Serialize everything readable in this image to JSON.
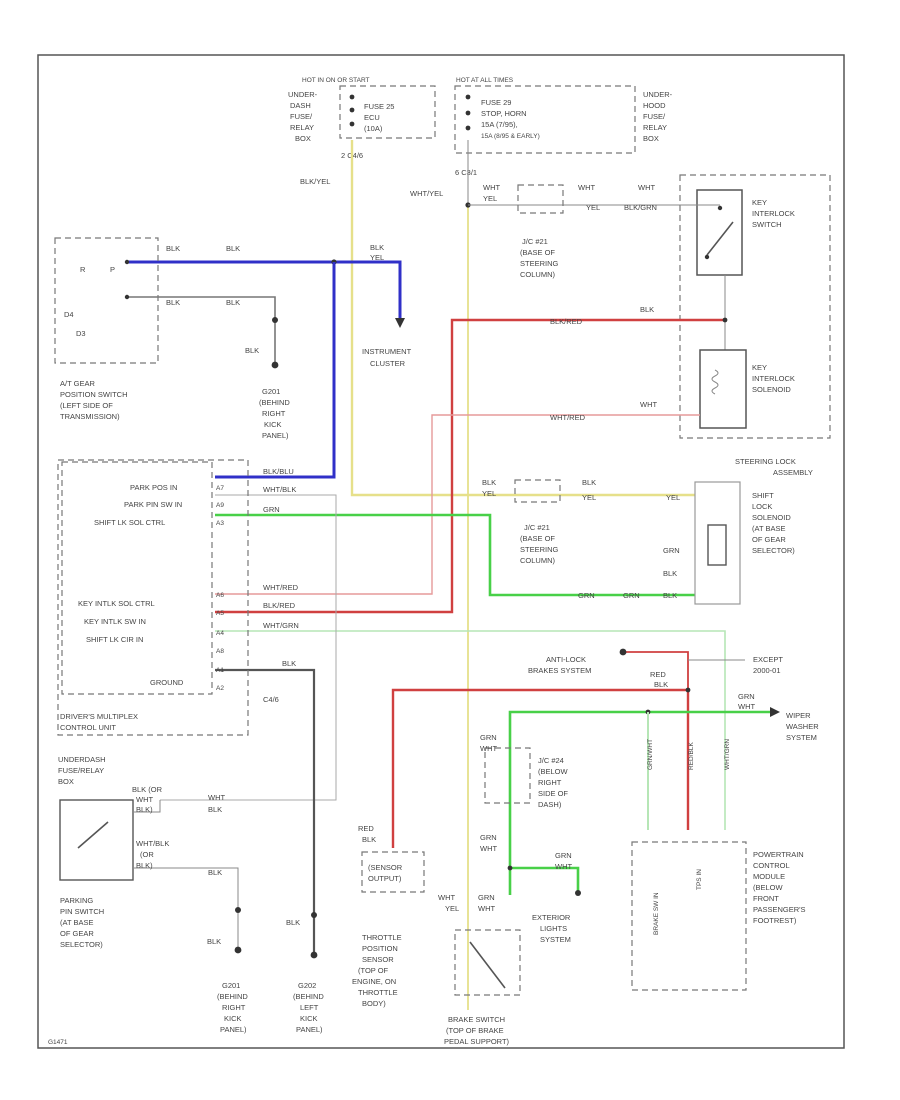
{
  "fuses": {
    "left": {
      "header": "HOT IN ON OR START",
      "box": [
        "UNDER-",
        "DASH",
        "FUSE/",
        "RELAY",
        "BOX"
      ],
      "fuse": [
        "FUSE 25",
        "ECU",
        "(10A)"
      ],
      "connector": "2   C4/6",
      "wire": "BLK/YEL"
    },
    "right": {
      "header": "HOT AT ALL TIMES",
      "box": [
        "UNDER-",
        "HOOD",
        "FUSE/",
        "RELAY",
        "BOX"
      ],
      "fuse": [
        "FUSE 29",
        "STOP, HORN",
        "15A (7/95),",
        "15A (8/95 & EARLY)"
      ],
      "connector": "6   C3/1",
      "wire": "WHT/YEL"
    }
  },
  "components": {
    "gear_switch": {
      "positions": [
        "R",
        "P",
        "D4",
        "D3"
      ],
      "label": [
        "A/T GEAR",
        "POSITION SWITCH",
        "(LEFT SIDE OF",
        "TRANSMISSION)"
      ],
      "wire_top": [
        "BLK",
        "BLK"
      ],
      "wire_bottom": [
        "BLK",
        "BLK"
      ],
      "gnd_wire": "BLK"
    },
    "g201": {
      "label": [
        "G201",
        "(BEHIND",
        "RIGHT",
        "KICK",
        "PANEL)"
      ]
    },
    "instrument_cluster": {
      "label": [
        "INSTRUMENT",
        "CLUSTER"
      ],
      "wire": [
        "BLK",
        "YEL"
      ]
    },
    "jc_top": {
      "label": [
        "J/C #21",
        "(BASE OF",
        "STEERING",
        "COLUMN)"
      ],
      "wires": [
        "WHT",
        "YEL",
        "WHT",
        "YEL",
        "WHT",
        "BLK/GRN"
      ]
    },
    "key_interlock_switch": {
      "label": [
        "KEY",
        "INTERLOCK",
        "SWITCH"
      ]
    },
    "key_interlock_solenoid": {
      "label": [
        "KEY",
        "INTERLOCK",
        "SOLENOID"
      ],
      "wires": [
        "BLK",
        "BLK/RED",
        "WHT",
        "WHT/RED"
      ]
    },
    "steering_lock": {
      "label": [
        "STEERING LOCK",
        "ASSEMBLY"
      ]
    },
    "dmcu": {
      "pins": [
        "PARK POS IN",
        "PARK PIN SW IN",
        "SHIFT LK SOL CTRL",
        "KEY INTLK SOL CTRL",
        "KEY INTLK SW IN",
        "SHIFT LK CIR IN",
        "GROUND"
      ],
      "wires": [
        "BLK/BLU",
        "WHT/BLK",
        "GRN",
        "WHT/RED",
        "BLK/RED",
        "WHT/GRN",
        "BLK"
      ],
      "pin_nums": [
        "A7",
        "A9",
        "A3",
        "A6",
        "A5",
        "A4",
        "A8",
        "A1",
        "A2"
      ],
      "connector": "C4/6",
      "label": [
        "DRIVER'S MULTIPLEX",
        "CONTROL UNIT"
      ]
    },
    "jc_mid": {
      "label": [
        "J/C #21",
        "(BASE OF",
        "STEERING",
        "COLUMN)"
      ],
      "wires": [
        "BLK",
        "YEL",
        "BLK",
        "YEL",
        "YEL"
      ]
    },
    "shift_lock_solenoid": {
      "label": [
        "SHIFT",
        "LOCK",
        "SOLENOID",
        "(AT BASE",
        "OF GEAR",
        "SELECTOR)"
      ],
      "wires": [
        "GRN",
        "GRN",
        "BLK",
        "GRN",
        "BLK"
      ]
    },
    "abs": {
      "label": [
        "ANTI-LOCK",
        "BRAKES SYSTEM"
      ],
      "wire": [
        "RED",
        "BLK"
      ]
    },
    "except": {
      "label": [
        "EXCEPT",
        "2000-01"
      ]
    },
    "wiper": {
      "label": [
        "WIPER",
        "WASHER",
        "SYSTEM"
      ],
      "wires": [
        "GRN",
        "WHT"
      ]
    },
    "underdash2": {
      "label": [
        "UNDERDASH",
        "FUSE/RELAY",
        "BOX"
      ]
    },
    "park_pin_switch": {
      "label": [
        "PARKING",
        "PIN SWITCH",
        "(AT BASE",
        "OF GEAR",
        "SELECTOR)"
      ],
      "wires_top": [
        "BLK (OR",
        "WHT",
        "BLK)",
        "WHT",
        "BLK"
      ],
      "wires_bottom": [
        "WHT/BLK",
        "(OR",
        "BLK)",
        "BLK"
      ]
    },
    "jc_brake": {
      "label": [
        "J/C #24",
        "(BELOW",
        "RIGHT",
        "SIDE OF",
        "DASH)"
      ],
      "wire": [
        "GRN",
        "WHT"
      ]
    },
    "tps": {
      "label": [
        "THROTTLE",
        "POSITION",
        "SENSOR",
        "(TOP OF",
        "ENGINE, ON",
        "THROTTLE",
        "BODY)"
      ],
      "box": [
        "(SENSOR",
        "OUTPUT)"
      ],
      "wire": [
        "RED",
        "BLK"
      ]
    },
    "ext_lights": {
      "label": [
        "EXTERIOR",
        "LIGHTS",
        "SYSTEM"
      ],
      "wires": [
        "GRN",
        "WHT",
        "GRN",
        "WHT"
      ]
    },
    "brake_switch": {
      "label": [
        "BRAKE SWITCH",
        "(TOP OF BRAKE",
        "PEDAL SUPPORT)"
      ],
      "wires": [
        "WHT",
        "YEL",
        "GRN",
        "WHT"
      ]
    },
    "pcm": {
      "label": [
        "POWERTRAIN",
        "CONTROL",
        "MODULE",
        "(BELOW",
        "FRONT",
        "PASSENGER'S",
        "FOOTREST)"
      ],
      "pins": [
        "BRAKE SW IN",
        "TPS IN"
      ],
      "wires": [
        "GRN/WHT",
        "RED/BLK",
        "WHT/GRN"
      ]
    },
    "g201b": {
      "label": [
        "G201",
        "(BEHIND",
        "RIGHT",
        "KICK",
        "PANEL)"
      ],
      "wire": "BLK"
    },
    "g202": {
      "label": [
        "G202",
        "(BEHIND",
        "LEFT",
        "KICK",
        "PANEL)"
      ],
      "wire": "BLK"
    }
  },
  "footer_id": "G1471",
  "wire_colors": {
    "blue": "#3030c8",
    "red": "#d04040",
    "pink": "#e59a9a",
    "green": "#48d048",
    "light_green": "#b6e6b6",
    "yellow": "#e6e08a"
  }
}
